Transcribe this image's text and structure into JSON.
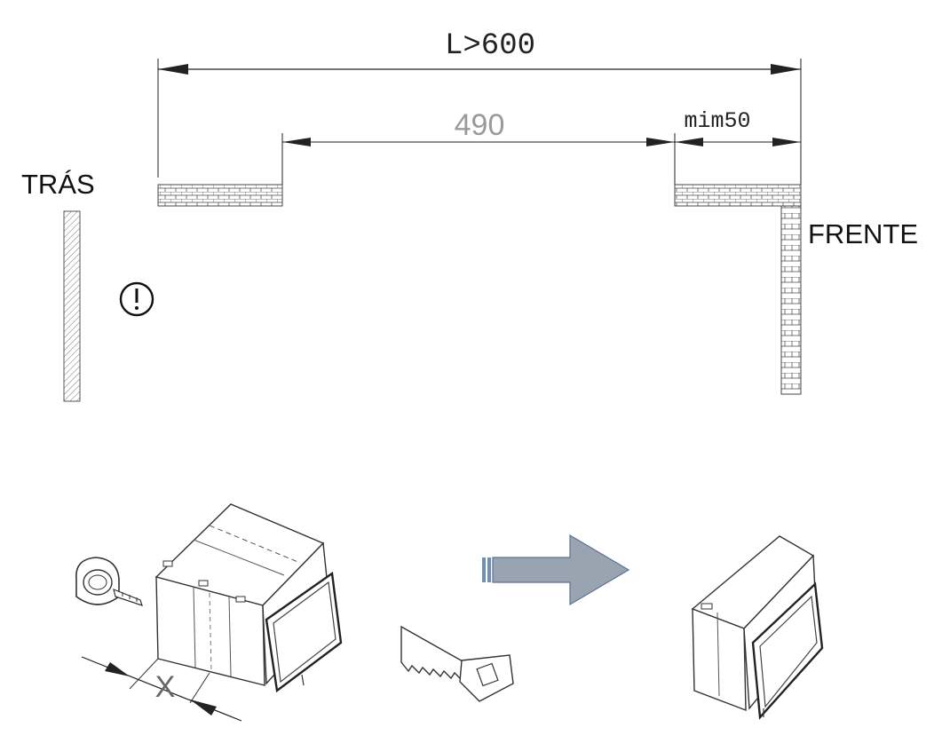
{
  "dimensions": {
    "total_length": "L>600",
    "inner_length": "490",
    "min_offset": "mim50",
    "cut_label": "X"
  },
  "labels": {
    "back": "TRÁS",
    "front": "FRENTE"
  },
  "icons": [
    "warning-icon",
    "tape-measure-icon",
    "saw-icon",
    "arrow-right-icon"
  ],
  "colors": {
    "line": "#222222",
    "dim_grey": "#9a9a9a",
    "arrow_fill": "#9aa3b0",
    "arrow_stroke": "#5a7393",
    "arrow_tail": "#6f8fb4"
  }
}
